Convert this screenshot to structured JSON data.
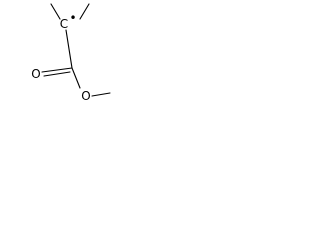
{
  "molecule": {
    "atoms": {
      "radical_carbon": "C",
      "carbonyl_oxygen": "O",
      "ester_oxygen": "O"
    },
    "radical_marker": "•",
    "colors": {
      "bond": "#000000",
      "label": "#000000",
      "background": "#ffffff"
    }
  }
}
